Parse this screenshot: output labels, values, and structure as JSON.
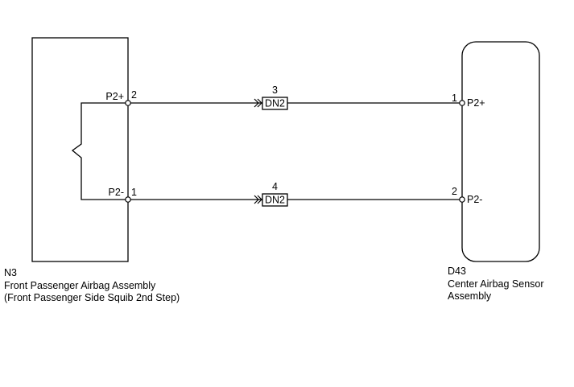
{
  "components": {
    "left": {
      "code": "N3",
      "name_line1": "Front Passenger Airbag Assembly",
      "name_line2": "(Front Passenger Side Squib 2nd Step)"
    },
    "right": {
      "code": "D43",
      "name_line1": "Center Airbag Sensor",
      "name_line2": "Assembly"
    }
  },
  "circuits": [
    {
      "left_terminal": "P2+",
      "left_pin": "2",
      "connector": "DN2",
      "connector_pin": "3",
      "right_pin": "1",
      "right_terminal": "P2+"
    },
    {
      "left_terminal": "P2-",
      "left_pin": "1",
      "connector": "DN2",
      "connector_pin": "4",
      "right_pin": "2",
      "right_terminal": "P2-"
    }
  ]
}
